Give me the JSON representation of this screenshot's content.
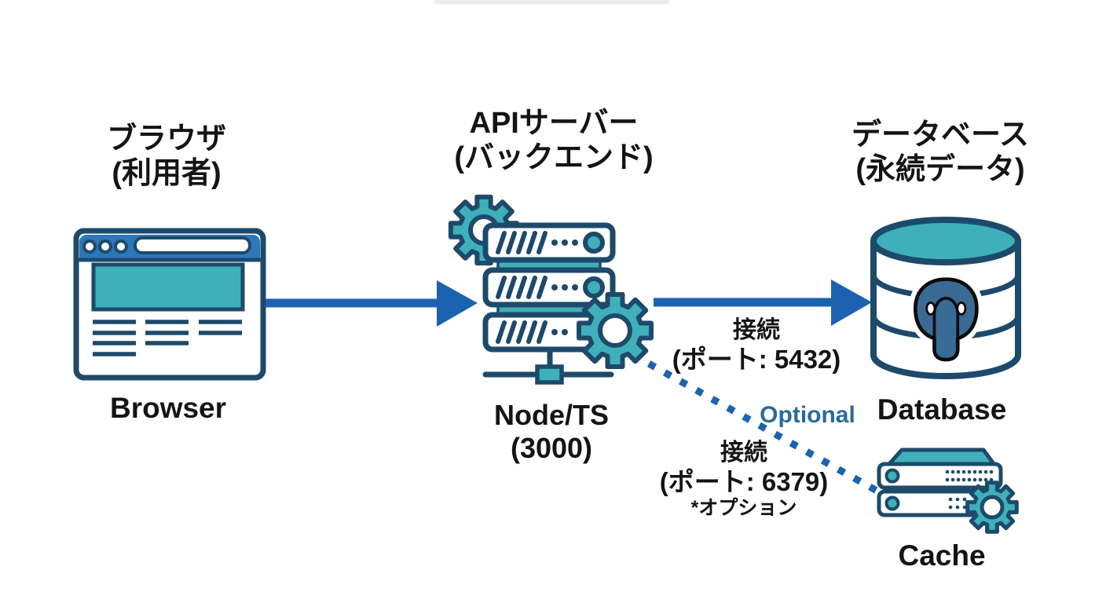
{
  "diagram_title": "",
  "colors": {
    "arrow_blue": "#1b63b0",
    "outline_navy": "#1d4a6b",
    "teal": "#3fb0ba",
    "browser_bar_blue": "#2e77b8",
    "postgres_blue": "#3a6b96",
    "optional_blue": "#2a6a9e",
    "text_black": "#141414"
  },
  "nodes": {
    "browser": {
      "title_line1": "ブラウザ",
      "title_line2": "(利用者)",
      "caption": "Browser"
    },
    "api": {
      "title_line1": "APIサーバー",
      "title_line2": "(バックエンド)",
      "caption_line1": "Node/TS",
      "caption_line2": "(3000)"
    },
    "database": {
      "title_line1": "データベース",
      "title_line2": "(永続データ)",
      "caption": "Database"
    },
    "cache": {
      "caption": "Cache"
    }
  },
  "connections": {
    "browser_to_api": {
      "style": "solid-arrow"
    },
    "api_to_db": {
      "style": "solid-arrow",
      "label_line1": "接続",
      "label_line2": "(ポート: 5432)"
    },
    "api_to_cache": {
      "style": "dotted",
      "label_optional": "Optional",
      "label_line1": "接続",
      "label_line2": "(ポート: 6379)",
      "label_line3": "*オプション"
    }
  },
  "icons": {
    "browser": "browser-window-icon",
    "api": "server-stack-icon",
    "api_decoration": "gear-icon",
    "database": "database-cylinder-icon",
    "database_logo": "postgres-elephant-icon",
    "cache": "cache-server-icon",
    "cache_decoration": "gear-icon"
  }
}
